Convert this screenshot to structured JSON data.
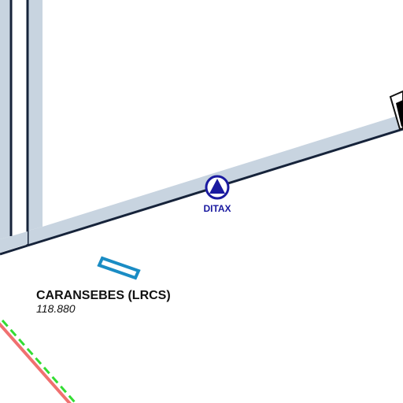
{
  "map": {
    "colors": {
      "background": "#ffffff",
      "airspace_band": "#c8d4e0",
      "airspace_border": "#16233a",
      "waypoint": "#1a1aa0",
      "airport_runway": "#1a8cc4",
      "boundary_red": "#f07070",
      "boundary_green": "#33dd33",
      "label_dark": "#111111"
    },
    "waypoint": {
      "name": "DITAX",
      "icon": "triangle-in-circle-icon"
    },
    "airport": {
      "name": "CARANSEBES (LRCS)",
      "frequency": "118.880",
      "icon": "runway-icon"
    },
    "edge_marker": {
      "icon": "black-wedge-icon"
    }
  }
}
